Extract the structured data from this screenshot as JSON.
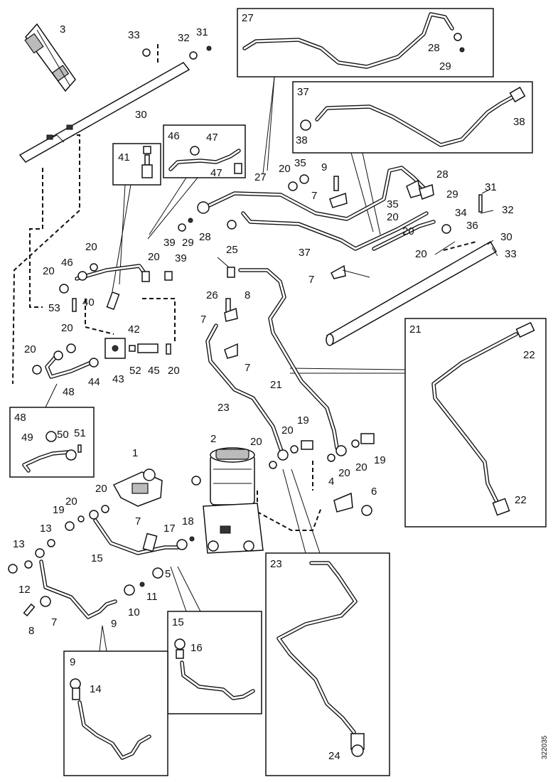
{
  "figure_id": "322035",
  "inset_titles": {
    "i27": "27",
    "i37": "37",
    "i46": "46",
    "i41": "41",
    "i48": "48",
    "i21": "21",
    "i23": "23",
    "i15": "15",
    "i9": "9"
  },
  "callouts": {
    "c3": "3",
    "c33": "33",
    "c32": "32",
    "c31": "31",
    "c30": "30",
    "c41": "41",
    "c46": "46",
    "c47a": "47",
    "c47b": "47",
    "c27a": "27",
    "c28a": "28",
    "c29a": "29",
    "c37a": "37",
    "c38a": "38",
    "c38b": "38",
    "c27": "27",
    "c20a": "20",
    "c35a": "35",
    "c9a": "9",
    "c28b": "28",
    "c29b": "29",
    "c31b": "31",
    "c7a": "7",
    "c35b": "35",
    "c20b": "20",
    "c34": "34",
    "c32b": "32",
    "c20c": "20",
    "c36": "36",
    "c30b": "30",
    "c20d": "20",
    "c33b": "33",
    "c39a": "39",
    "c29c": "29",
    "c28c": "28",
    "c37b": "37",
    "c20e": "20",
    "c46b": "46",
    "c20f": "20",
    "c39b": "39",
    "c25": "25",
    "c20g": "20",
    "c7b": "7",
    "c53": "53",
    "c40": "40",
    "c26": "26",
    "c8a": "8",
    "c7c": "7",
    "c20h": "20",
    "c42": "42",
    "c20i": "20",
    "c7d": "7",
    "c44": "44",
    "c43": "43",
    "c52": "52",
    "c45": "45",
    "c20j": "20",
    "c48": "48",
    "c21": "21",
    "c22a": "22",
    "c22b": "22",
    "c23": "23",
    "c49": "49",
    "c50": "50",
    "c51": "51",
    "c2": "2",
    "c19a": "19",
    "c20k": "20",
    "c20l": "20",
    "c20m": "20",
    "c20n": "20",
    "c19b": "19",
    "c1": "1",
    "c4": "4",
    "c6": "6",
    "c20o": "20",
    "c19c": "19",
    "c20p": "20",
    "c7e": "7",
    "c18": "18",
    "c13a": "13",
    "c13b": "13",
    "c15": "15",
    "c17": "17",
    "c5": "5",
    "c12": "12",
    "c10": "10",
    "c11": "11",
    "c8b": "8",
    "c7f": "7",
    "c9b": "9",
    "c16": "16",
    "c14": "14",
    "c24": "24"
  }
}
